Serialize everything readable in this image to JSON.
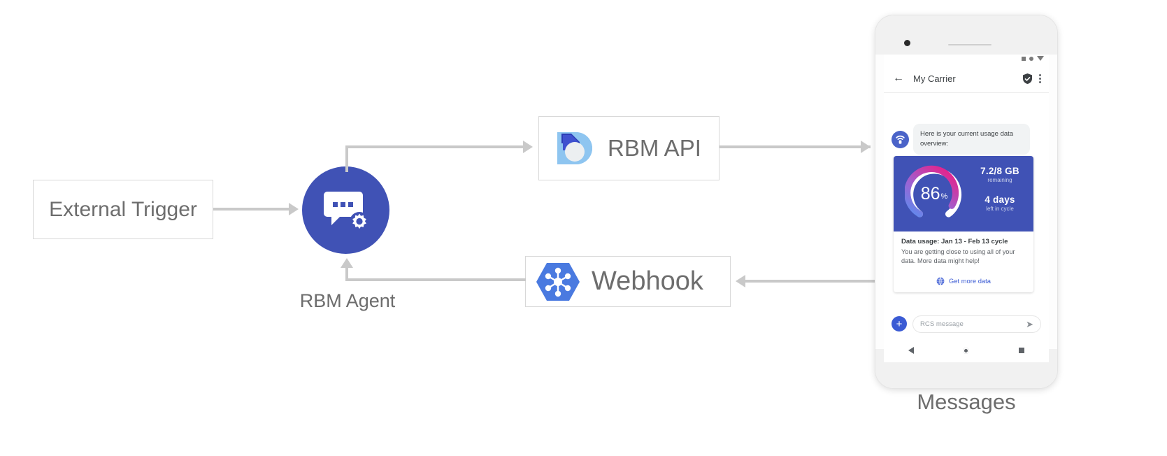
{
  "diagram": {
    "nodes": {
      "external_trigger": {
        "label": "External Trigger"
      },
      "rbm_agent": {
        "label": "RBM Agent",
        "icon": "chat-gear-icon",
        "color": "#4052b5"
      },
      "rbm_api": {
        "label": "RBM API",
        "icon": "rbm-api-droplet-icon"
      },
      "webhook": {
        "label": "Webhook",
        "icon": "webhook-hexagon-icon",
        "color": "#4a7ae0"
      },
      "messages": {
        "label": "Messages"
      }
    },
    "arrow_color": "#c9c9c9"
  },
  "phone": {
    "status_bar": {
      "icons": [
        "signal-square-icon",
        "wifi-dot-icon",
        "battery-triangle-icon"
      ]
    },
    "app_bar": {
      "back_icon": "back-arrow-icon",
      "title": "My Carrier",
      "verified_icon": "verified-shield-icon",
      "overflow_icon": "overflow-menu-icon"
    },
    "conversation": {
      "bot_avatar_icon": "carrier-antenna-icon",
      "bubble_text": "Here is your current usage data overview:",
      "rich_card": {
        "gauge": {
          "value": "86",
          "unit": "%",
          "percent": 86,
          "gradient_from": "#5b8def",
          "gradient_to": "#e0268f",
          "track_color": "#ffffff",
          "background": "#4052b5"
        },
        "stats": [
          {
            "value": "7.2/8 GB",
            "caption": "remaining"
          },
          {
            "value": "4 days",
            "caption": "left in cycle"
          }
        ],
        "title": "Data usage: Jan 13 - Feb 13 cycle",
        "description": "You are getting close to using all of your data. More data might help!",
        "action": {
          "icon": "globe-icon",
          "label": "Get more data",
          "color": "#3b5bd4"
        }
      }
    },
    "composer": {
      "add_icon": "plus-icon",
      "placeholder": "RCS message",
      "send_icon": "send-icon"
    },
    "nav_bar": {
      "icons": [
        "nav-back-icon",
        "nav-home-icon",
        "nav-recents-icon"
      ]
    }
  }
}
